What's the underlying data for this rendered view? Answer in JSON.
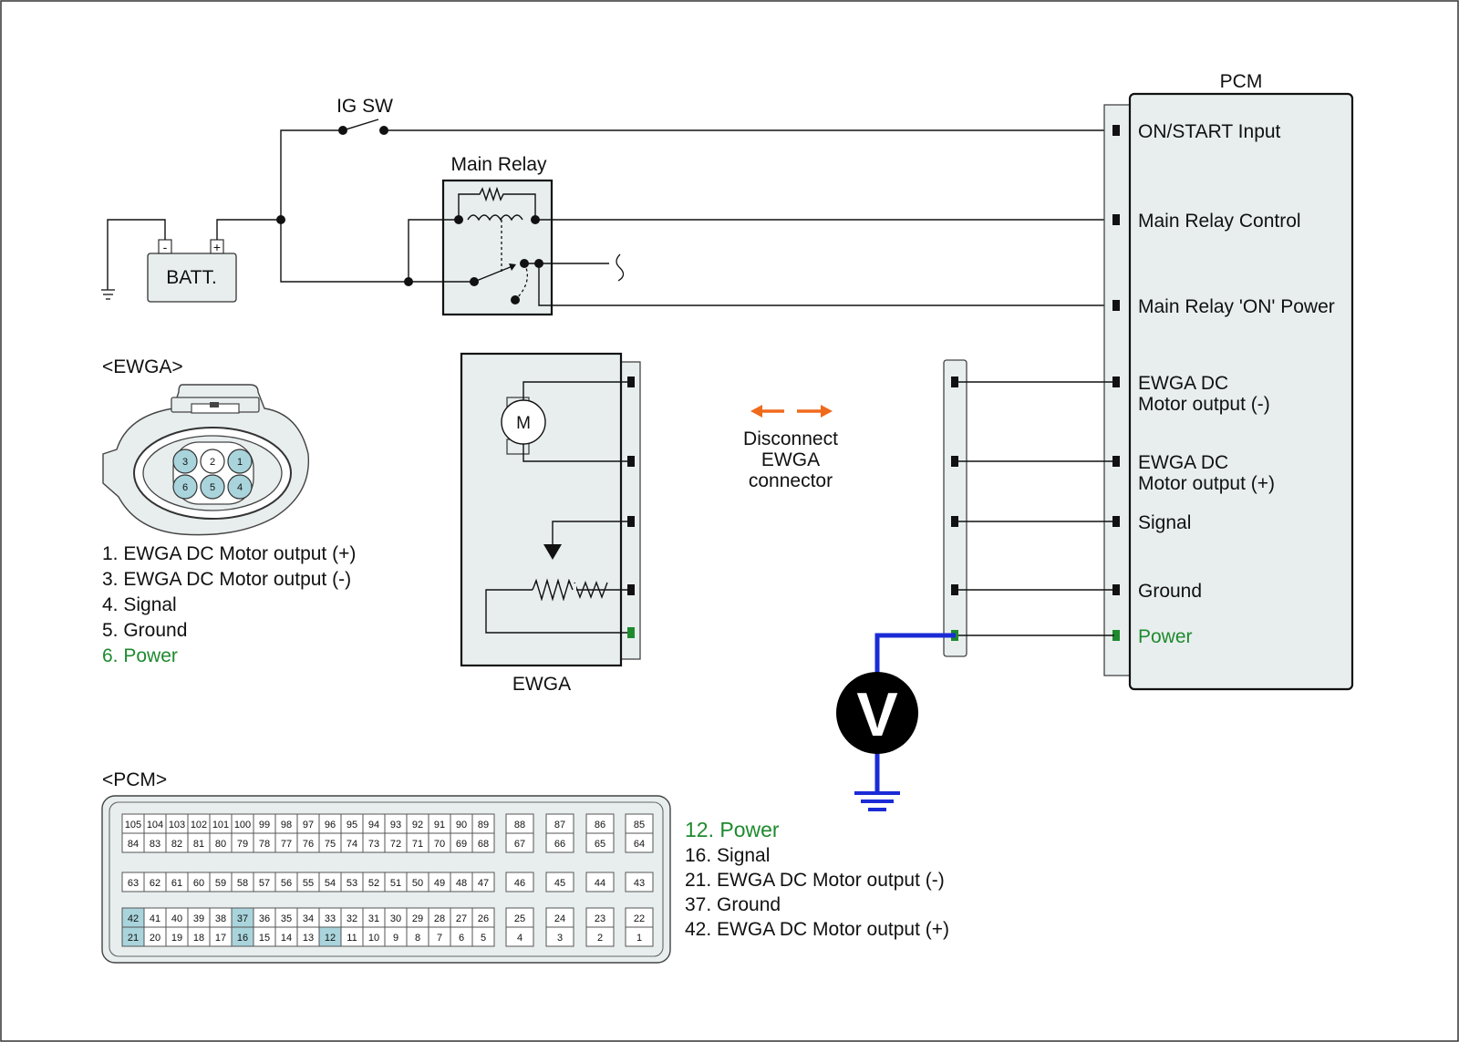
{
  "colors": {
    "power_green": "#1e8a2e",
    "probe_blue": "#1a2bd6",
    "arrow_orange": "#f06a1c",
    "panel_fill": "#e8eeee",
    "highlight_cell": "#a9d4dc"
  },
  "circuit": {
    "ig_sw_label": "IG SW",
    "main_relay_label": "Main Relay",
    "batt_label": "BATT.",
    "batt_minus": "-",
    "batt_plus": "+",
    "pcm_title": "PCM",
    "ewga_label": "EWGA",
    "motor_label": "M",
    "voltmeter_label": "V",
    "disconnect_note": [
      "Disconnect",
      "EWGA",
      "connector"
    ]
  },
  "pcm_pins": [
    {
      "lines": [
        "ON/START Input"
      ],
      "green": false
    },
    {
      "lines": [
        "Main Relay Control"
      ],
      "green": false
    },
    {
      "lines": [
        "Main Relay 'ON' Power"
      ],
      "green": false
    },
    {
      "lines": [
        "EWGA DC",
        "Motor output (-)"
      ],
      "green": false
    },
    {
      "lines": [
        "EWGA DC",
        "Motor output (+)"
      ],
      "green": false
    },
    {
      "lines": [
        "Signal"
      ],
      "green": false
    },
    {
      "lines": [
        "Ground"
      ],
      "green": false
    },
    {
      "lines": [
        "Power"
      ],
      "green": true
    }
  ],
  "ewga_connector": {
    "title": "<EWGA>",
    "pins_top": [
      "3",
      "2",
      "1"
    ],
    "pins_bottom": [
      "6",
      "5",
      "4"
    ],
    "highlighted_pins": [
      "1",
      "3",
      "4",
      "5",
      "6"
    ],
    "legend": [
      {
        "text": "1. EWGA DC Motor output (+)",
        "green": false
      },
      {
        "text": "3. EWGA DC Motor output (-)",
        "green": false
      },
      {
        "text": "4. Signal",
        "green": false
      },
      {
        "text": "5. Ground",
        "green": false
      },
      {
        "text": "6. Power",
        "green": true
      }
    ]
  },
  "pcm_connector": {
    "title": "<PCM>",
    "groups": [
      {
        "rows": [
          [
            "105",
            "104",
            "103",
            "102",
            "101",
            "100",
            "99",
            "98",
            "97",
            "96",
            "95",
            "94",
            "93",
            "92",
            "91",
            "90",
            "89"
          ],
          [
            "84",
            "83",
            "82",
            "81",
            "80",
            "79",
            "78",
            "77",
            "76",
            "75",
            "74",
            "73",
            "72",
            "71",
            "70",
            "69",
            "68"
          ]
        ],
        "side": [
          [
            "88",
            "87",
            "86",
            "85"
          ],
          [
            "67",
            "66",
            "65",
            "64"
          ]
        ]
      },
      {
        "rows": [
          [
            "63",
            "62",
            "61",
            "60",
            "59",
            "58",
            "57",
            "56",
            "55",
            "54",
            "53",
            "52",
            "51",
            "50",
            "49",
            "48",
            "47"
          ]
        ],
        "side": [
          [
            "46",
            "45",
            "44",
            "43"
          ]
        ]
      },
      {
        "rows": [
          [
            "42",
            "41",
            "40",
            "39",
            "38",
            "37",
            "36",
            "35",
            "34",
            "33",
            "32",
            "31",
            "30",
            "29",
            "28",
            "27",
            "26"
          ],
          [
            "21",
            "20",
            "19",
            "18",
            "17",
            "16",
            "15",
            "14",
            "13",
            "12",
            "11",
            "10",
            "9",
            "8",
            "7",
            "6",
            "5"
          ]
        ],
        "side": [
          [
            "25",
            "24",
            "23",
            "22"
          ],
          [
            "4",
            "3",
            "2",
            "1"
          ]
        ]
      }
    ],
    "highlighted": [
      "42",
      "37",
      "21",
      "16",
      "12"
    ],
    "legend": [
      {
        "text": "12. Power",
        "green": true
      },
      {
        "text": "16. Signal",
        "green": false
      },
      {
        "text": "21. EWGA DC Motor output (-)",
        "green": false
      },
      {
        "text": "37. Ground",
        "green": false
      },
      {
        "text": "42. EWGA DC Motor output (+)",
        "green": false
      }
    ]
  }
}
